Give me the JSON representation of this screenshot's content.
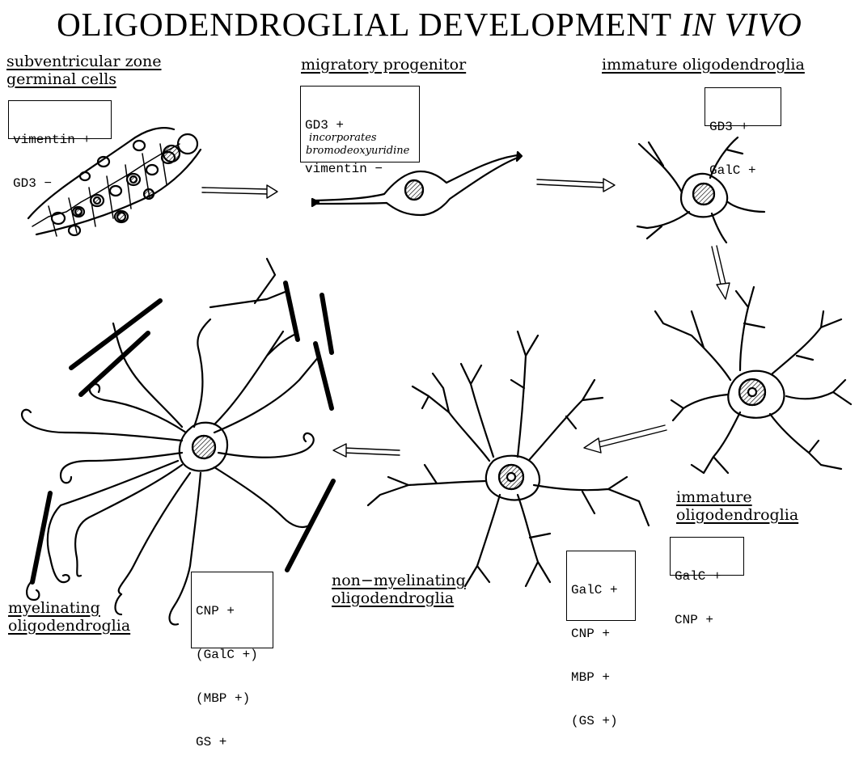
{
  "title": {
    "main": "OLIGODENDROGLIAL DEVELOPMENT ",
    "italic": "IN VIVO"
  },
  "stages": {
    "germinal": {
      "label_line1": "subventricular zone",
      "label_line2": "germinal cells",
      "markers": [
        "vimentin +",
        "GD3 −"
      ]
    },
    "migratory": {
      "label": "migratory progenitor",
      "markers": [
        "GD3 +",
        "vimentin −"
      ],
      "note_line1": "incorporates",
      "note_line2": "bromodeoxyuridine"
    },
    "immature1": {
      "label": "immature oligodendroglia",
      "markers": [
        "GD3 +",
        "GalC +"
      ]
    },
    "immature2": {
      "label_line1": "immature",
      "label_line2": "oligodendroglia",
      "markers": [
        "GalC +",
        "CNP +"
      ]
    },
    "nonmyelinating": {
      "label_line1": "non−myelinating",
      "label_line2": "oligodendroglia",
      "markers": [
        "GalC +",
        "CNP +",
        "MBP +",
        "(GS +)"
      ]
    },
    "myelinating": {
      "label_line1": "myelinating",
      "label_line2": "oligodendroglia",
      "markers": [
        "CNP +",
        "(GalC +)",
        "(MBP +)",
        "GS +"
      ]
    }
  }
}
